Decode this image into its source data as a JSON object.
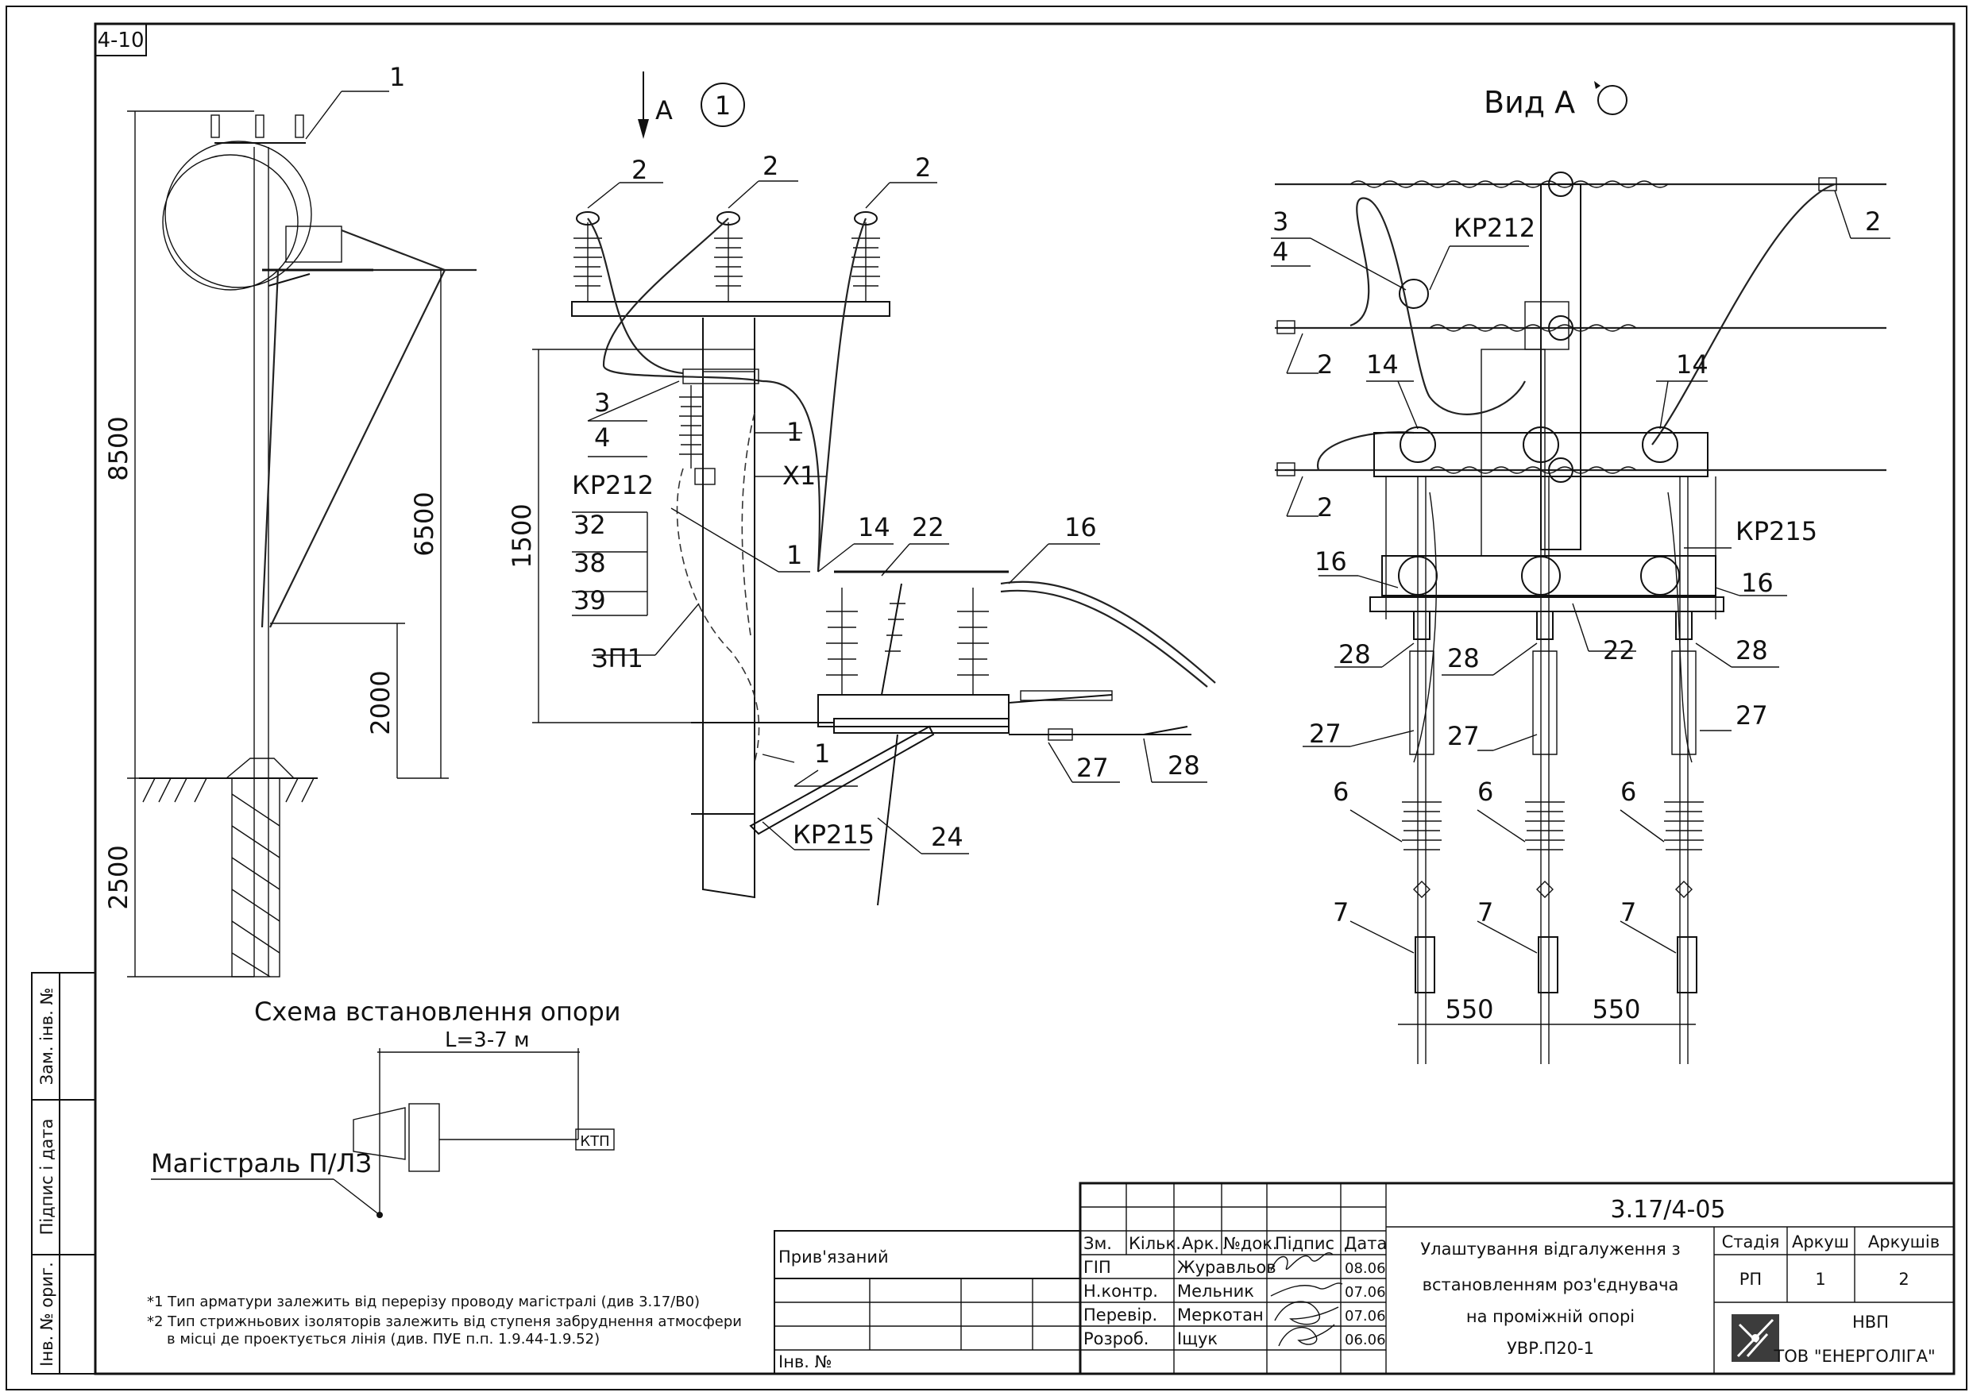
{
  "sheet": {
    "corner_code": "4-10"
  },
  "views": {
    "arrow_a": "A",
    "circle_one": "1",
    "view_a_title": "Вид А",
    "scheme_title": "Схема встановлення опори",
    "trunk_label": "Магістраль П/ЛЗ",
    "ktp_label": "КТП",
    "span_label": "L=3-7 м"
  },
  "dims": {
    "d8500": "8500",
    "d6500": "6500",
    "d2000": "2000",
    "d2500": "2500",
    "d1500": "1500",
    "d550a": "550",
    "d550b": "550"
  },
  "callouts": {
    "c1": "1",
    "c2": "2",
    "c3": "3",
    "c4": "4",
    "c6": "6",
    "c7": "7",
    "c14": "14",
    "c16": "16",
    "c22": "22",
    "c24": "24",
    "c27": "27",
    "c28": "28",
    "c32": "32",
    "c38": "38",
    "c39": "39",
    "x1": "X1",
    "zp1": "ЗП1",
    "kr212": "КР212",
    "kr215": "КР215"
  },
  "notes": [
    "*1 Тип арматури залежить від перерізу проводу магістралі (див 3.17/В0)",
    "*2 Тип стрижньових ізоляторів залежить від ступеня забруднення атмосфери",
    "в місці де проектується лінія (див. ПУЕ п.п. 1.9.44-1.9.52)"
  ],
  "side_stamp": [
    "Зам. інв. №",
    "Підпис і дата",
    "Інв. № ориг."
  ],
  "title_block": {
    "prib": "Прив'язаний",
    "inv": "Інв. №",
    "headers": [
      "Зм.",
      "Кільк.",
      "Арк.",
      "№док.",
      "Підпис",
      "Дата"
    ],
    "rows": [
      {
        "role": "ГІП",
        "name": "Журавльов",
        "date": "08.06"
      },
      {
        "role": "Н.контр.",
        "name": "Мельник",
        "date": "07.06"
      },
      {
        "role": "Перевір.",
        "name": "Меркотан",
        "date": "07.06"
      },
      {
        "role": "Розроб.",
        "name": "Іщук",
        "date": "06.06"
      }
    ],
    "code": "3.17/4-05",
    "desc": [
      "Улаштування відгалуження з",
      "встановленням роз'єднувача",
      "на проміжній опорі",
      "УВР.П20-1"
    ],
    "stage_h": "Стадія",
    "sheet_h": "Аркуш",
    "sheets_h": "Аркушів",
    "stage": "РП",
    "sheet": "1",
    "sheets": "2",
    "company": [
      "НВП",
      "ТОВ \"ЕНЕРГОЛІГА\""
    ]
  }
}
